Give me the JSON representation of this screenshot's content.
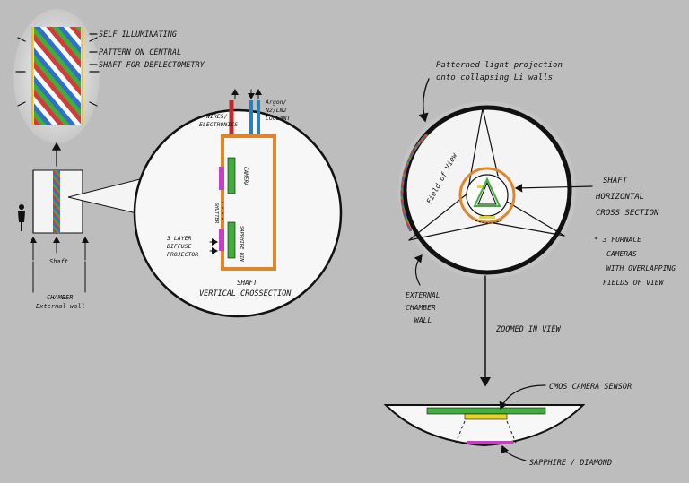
{
  "labels": {
    "self_illum_1": "SELF ILLUMINATING",
    "self_illum_2": "PATTERN ON CENTRAL",
    "self_illum_3": "SHAFT FOR DEFLECTOMETRY",
    "shaft": "Shaft",
    "chamber_1": "CHAMBER",
    "chamber_2": "External wall",
    "wires_1": "WIRES/",
    "wires_2": "ELECTRONICS",
    "argon_1": "Argon/",
    "argon_2": "N2/LN2",
    "argon_3": "COOLANT",
    "camera": "CAMERA",
    "shutter": "SHUTTER",
    "sapphire_window": "SAPPHIRE WIN",
    "projector_1": "3 LAYER",
    "projector_2": "DIFFUSE",
    "projector_3": "PROJECTOR",
    "shaft_vert_1": "SHAFT",
    "shaft_vert_2": "VERTICAL CROSSECTION",
    "patterned_1": "Patterned light projection",
    "patterned_2": "onto collapsing Li walls",
    "field_of_view": "Field of View",
    "shaft_horiz_1": "SHAFT",
    "shaft_horiz_2": "HORIZONTAL",
    "shaft_horiz_3": "CROSS SECTION",
    "furnace_1": "* 3 FURNACE",
    "furnace_2": "CAMERAS",
    "furnace_3": "WITH OVERLAPPING",
    "furnace_4": "FIELDS OF VIEW",
    "ext_wall_1": "EXTERNAL",
    "ext_wall_2": "CHAMBER",
    "ext_wall_3": "WALL",
    "zoomed": "ZOOMED IN VIEW",
    "cmos": "CMOS CAMERA SENSOR",
    "sapphire": "SAPPHIRE / DIAMOND"
  },
  "colors": {
    "background": "#bdbdbd",
    "ink": "#111111",
    "wire_red": "#c22a2a",
    "coolant_blue": "#2e7fb8",
    "shaft_orange": "#e0862a",
    "sensor_green": "#3fae3a",
    "sensor_yellow": "#e6d629",
    "sapphire_magenta": "#c43fc4",
    "glow": "#fffbe8"
  },
  "icons": {
    "person": "person-icon"
  }
}
